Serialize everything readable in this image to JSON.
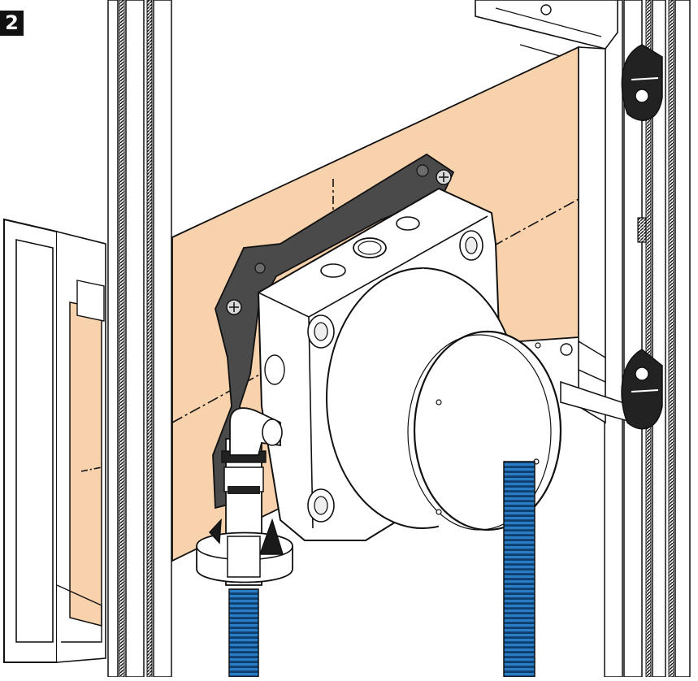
{
  "step": {
    "number": "2"
  },
  "colors": {
    "board": "#f8d2ac",
    "hose": "#1f6fb5",
    "hose_dark": "#0d3f6f",
    "bracket": "#4a4a4a",
    "line": "#111111",
    "background": "#ffffff"
  },
  "parts": {
    "valve_body": "concealed-valve-body",
    "mounting_bracket": "mounting-bracket",
    "supply_hoses": "corrugated-blue-hoses",
    "elbow_fitting": "elbow-fitting",
    "rotation_arrow": "tighten-rotation-arrow",
    "mounting_board": "wooden-mounting-board",
    "frame_rails": "vertical-frame-rails",
    "wing_clips": "wing-clamps"
  }
}
